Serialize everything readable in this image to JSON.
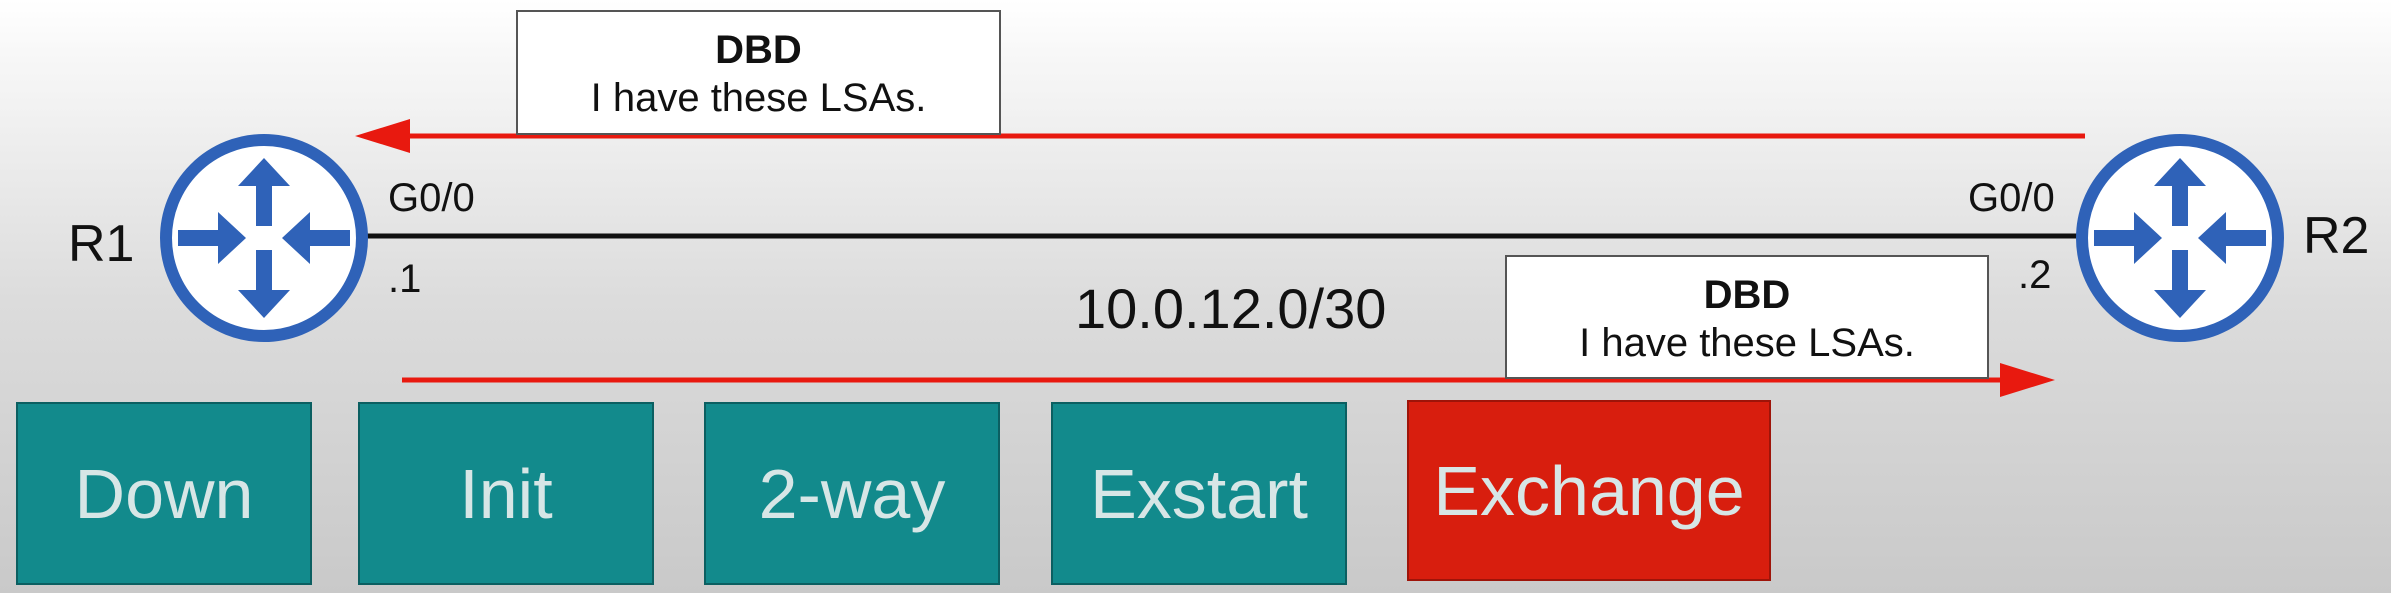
{
  "routers": {
    "r1": {
      "name": "R1",
      "interface": "G0/0",
      "address": ".1"
    },
    "r2": {
      "name": "R2",
      "interface": "G0/0",
      "address": ".2"
    }
  },
  "link": {
    "subnet": "10.0.12.0/30"
  },
  "messages": {
    "from_r2": {
      "title": "DBD",
      "text": "I have these LSAs."
    },
    "from_r1": {
      "title": "DBD",
      "text": "I have these LSAs."
    }
  },
  "states": [
    {
      "label": "Down",
      "active": false
    },
    {
      "label": "Init",
      "active": false
    },
    {
      "label": "2-way",
      "active": false
    },
    {
      "label": "Exstart",
      "active": false
    },
    {
      "label": "Exchange",
      "active": true
    }
  ],
  "colors": {
    "router": "#2f62b8",
    "arrow": "#e8190f",
    "link": "#111111",
    "state_inactive": "#128a8c",
    "state_active": "#d81e0e",
    "state_text": "#d7e6e6"
  },
  "icons": {
    "router": "router-icon"
  }
}
